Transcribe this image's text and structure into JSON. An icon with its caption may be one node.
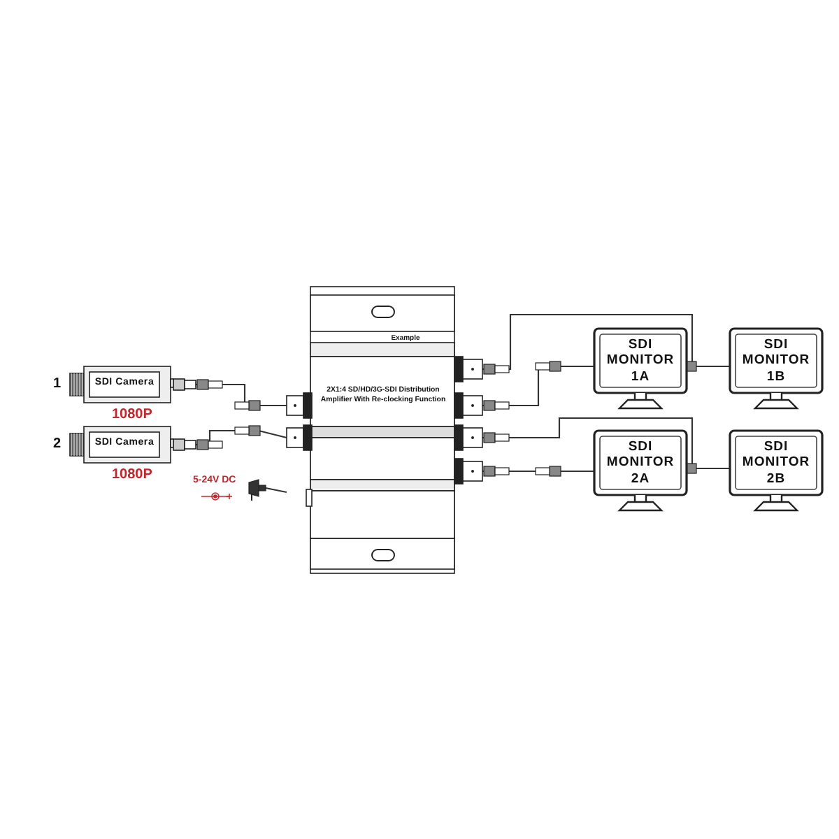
{
  "diagram": {
    "nodes": [
      {
        "text": [
          "SDI Camera"
        ],
        "beside": [
          "1",
          "1080P"
        ]
      },
      {
        "text": [
          "SDI Camera"
        ],
        "beside": [
          "2",
          "1080P"
        ]
      },
      {
        "text": [
          "Example",
          "2X1:4 SD/HD/3G-SDI Distribution Amplifier With Re-clocking Function"
        ]
      },
      {
        "text": [],
        "shape": "plug",
        "beside": [
          "5-24V DC"
        ]
      },
      {
        "text": [
          "SDI MONITOR 1A"
        ]
      },
      {
        "text": [
          "SDI MONITOR 1B"
        ]
      },
      {
        "text": [
          "SDI MONITOR 2A"
        ]
      },
      {
        "text": [
          "SDI MONITOR 2B"
        ]
      }
    ],
    "edges": [
      {
        "from": 0,
        "to": 2,
        "arrow": "none"
      },
      {
        "from": 1,
        "to": 2,
        "arrow": "none"
      },
      {
        "from": 3,
        "to": 2,
        "arrow": "none"
      },
      {
        "from": 2,
        "to": 5,
        "arrow": "none"
      },
      {
        "from": 2,
        "to": 4,
        "arrow": "none"
      },
      {
        "from": 2,
        "to": 7,
        "arrow": "none"
      },
      {
        "from": 2,
        "to": 6,
        "arrow": "none"
      }
    ]
  }
}
